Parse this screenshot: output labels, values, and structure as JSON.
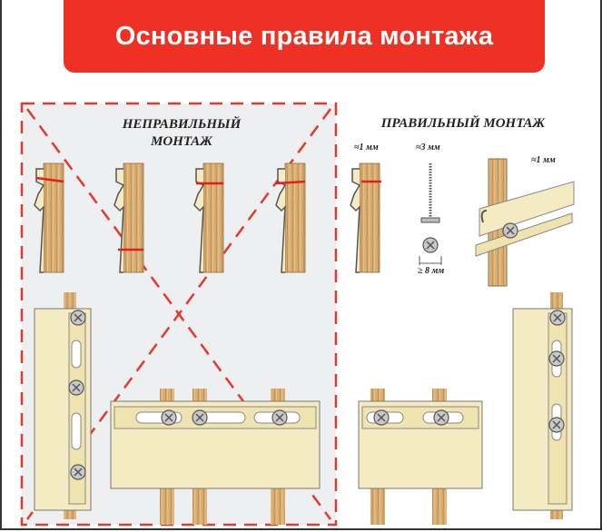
{
  "title": "Основные правила монтажа",
  "wrong": {
    "title_line1": "НЕПРАВИЛЬНЫЙ",
    "title_line2": "МОНТАЖ"
  },
  "right": {
    "title": "ПРАВИЛЬНЫЙ МОНТАЖ",
    "gap_label": "≈1 мм",
    "screw_label": "≈3 мм",
    "head_label": "≥ 8 мм",
    "gap_label_2": "≈1 мм"
  },
  "colors": {
    "accent": "#ee3124",
    "panel": "#f4ebc3",
    "wood": "#d8ad72",
    "bg_wrong": "#eeeff1"
  }
}
